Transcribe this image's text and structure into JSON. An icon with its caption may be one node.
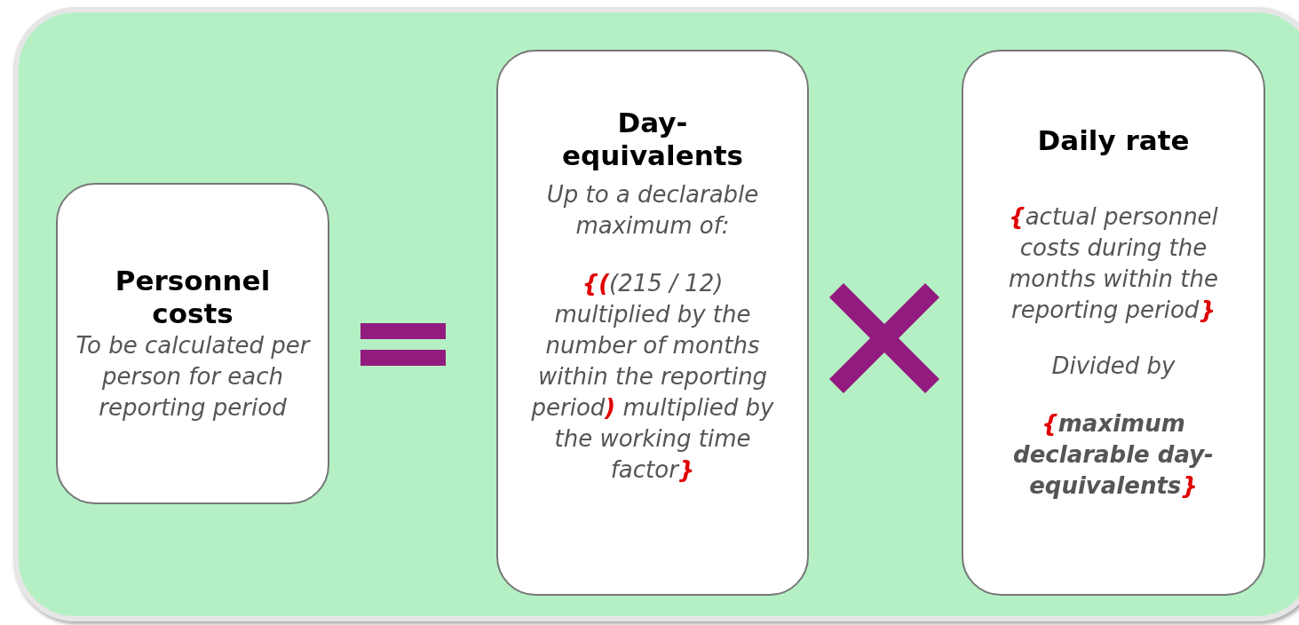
{
  "diagram": {
    "nodes": [
      {
        "text": [],
        "shape": "box"
      },
      {
        "text": [
          "Personnel costs",
          "To be calculated per person for each reporting period"
        ],
        "in": 0
      },
      {
        "text": [
          "Day- equivalents",
          "Up to a declarable maximum of:",
          "**{(**(215 / 12) multiplied by the number of months within the reporting period**)** multiplied by the working time factor**}**"
        ],
        "in": 0
      },
      {
        "text": [
          "Daily rate",
          "**{**actual personnel costs during the months within the reporting period**}**",
          "Divided by",
          "**{**maximum declarable day- equivalents**}**"
        ],
        "in": 0
      }
    ]
  }
}
